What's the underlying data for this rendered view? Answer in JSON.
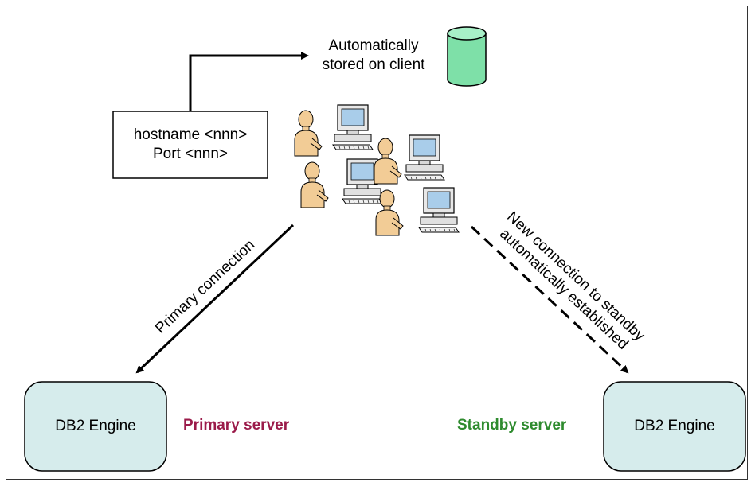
{
  "client_storage": {
    "line1": "Automatically",
    "line2": "stored on client"
  },
  "connection_box": {
    "line1": "hostname <nnn>",
    "line2": "Port <nnn>"
  },
  "primary": {
    "engine_label": "DB2 Engine",
    "server_label": "Primary server",
    "server_color": "#9b1b4a",
    "connection_label": "Primary connection"
  },
  "standby": {
    "engine_label": "DB2 Engine",
    "server_label": "Standby server",
    "server_color": "#2e8b2e",
    "connection_label_line1": "New connection to standby",
    "connection_label_line2": "automatically established"
  },
  "colors": {
    "engine_fill": "#d6ecec",
    "cylinder_fill": "#7ee0a8",
    "person_fill": "#f2cc96",
    "monitor_screen": "#a9cdea"
  },
  "icons": [
    "database-cylinder-icon",
    "workstation-users-icon"
  ]
}
